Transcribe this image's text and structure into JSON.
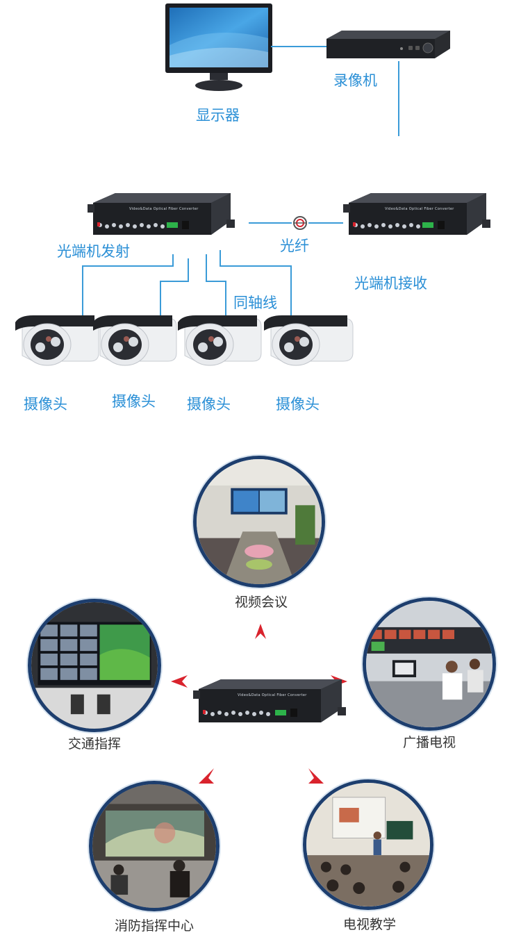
{
  "top_diagram": {
    "monitor_label": "显示器",
    "recorder_label": "录像机",
    "transmitter_label": "光端机发射",
    "fiber_label": "光纤",
    "receiver_label": "光端机接收",
    "coax_label": "同轴线",
    "camera_labels": [
      "摄像头",
      "摄像头",
      "摄像头",
      "摄像头"
    ],
    "device_print": "Video&Data Optical Fiber Converter",
    "line_color": "#3a9bd8",
    "label_color": "#2a8fd6"
  },
  "applications": {
    "center_device_print": "Video&Data Optical Fiber Converter",
    "scenes": [
      {
        "label": "视频会议"
      },
      {
        "label": "交通指挥"
      },
      {
        "label": "广播电视"
      },
      {
        "label": "消防指挥中心"
      },
      {
        "label": "电视教学"
      }
    ],
    "circle_border_color": "#1d3e6e",
    "arrow_color": "#d9232d",
    "label_color": "#333333"
  }
}
